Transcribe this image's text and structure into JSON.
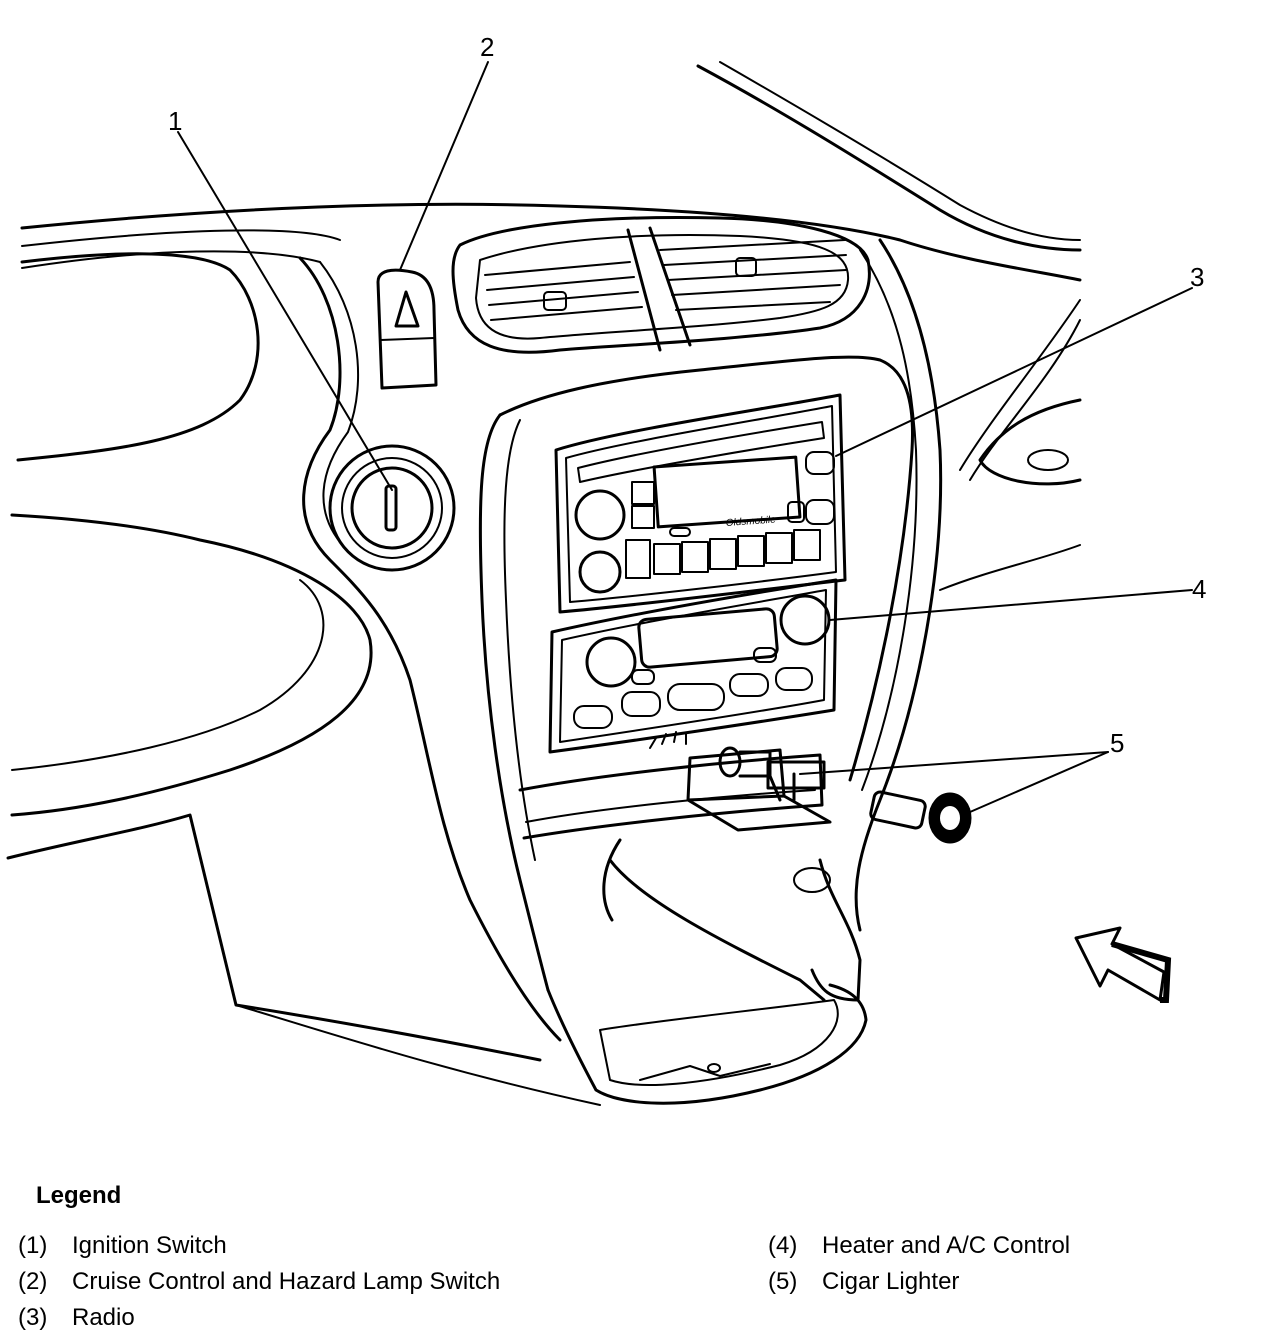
{
  "diagram": {
    "brand_text": "Oldsmobile",
    "callouts": [
      {
        "id": "1",
        "label": "1"
      },
      {
        "id": "2",
        "label": "2"
      },
      {
        "id": "3",
        "label": "3"
      },
      {
        "id": "4",
        "label": "4"
      },
      {
        "id": "5",
        "label": "5"
      }
    ]
  },
  "legend": {
    "title": "Legend",
    "items": [
      {
        "num": "(1)",
        "text": "Ignition Switch"
      },
      {
        "num": "(2)",
        "text": "Cruise Control and Hazard Lamp Switch"
      },
      {
        "num": "(3)",
        "text": "Radio"
      },
      {
        "num": "(4)",
        "text": "Heater and A/C Control"
      },
      {
        "num": "(5)",
        "text": "Cigar Lighter"
      }
    ]
  }
}
